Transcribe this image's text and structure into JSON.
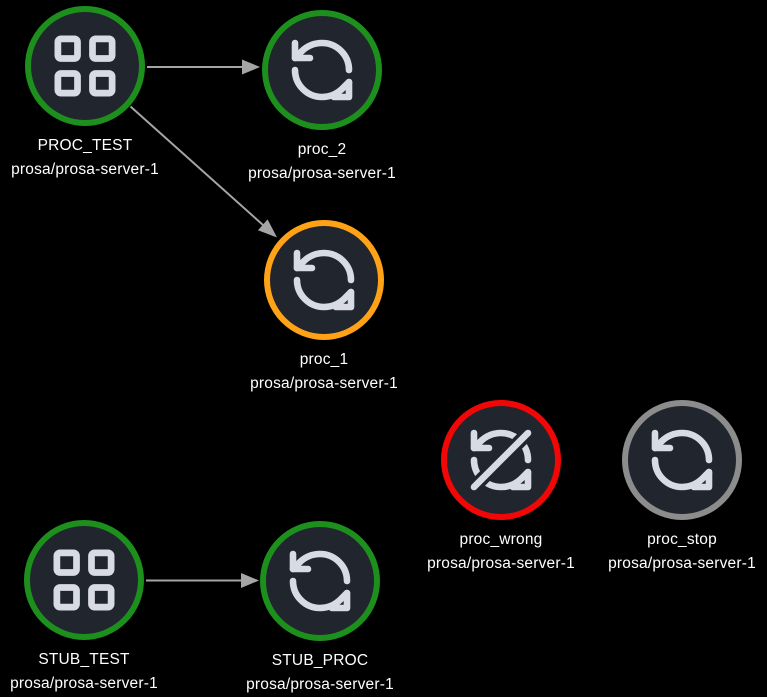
{
  "canvas": {
    "background": "#000000",
    "edge_color": "#a5a5a5"
  },
  "node_style": {
    "fill": "#21252d",
    "icon_color": "#d9dbe4",
    "label_color": "#ffffff"
  },
  "status_ring_colors": {
    "green": "#1d8f1d",
    "orange": "#ffa216",
    "red": "#f20707",
    "gray": "#8c8c8c"
  },
  "nodes": [
    {
      "id": "proc-test",
      "label": "PROC_TEST",
      "sublabel": "prosa/prosa-server-1",
      "icon": "apps-grid-icon",
      "ring_color": "#1d8f1d"
    },
    {
      "id": "proc-2",
      "label": "proc_2",
      "sublabel": "prosa/prosa-server-1",
      "icon": "sync-icon",
      "ring_color": "#1d8f1d"
    },
    {
      "id": "proc-1",
      "label": "proc_1",
      "sublabel": "prosa/prosa-server-1",
      "icon": "sync-icon",
      "ring_color": "#ffa216"
    },
    {
      "id": "proc-wrong",
      "label": "proc_wrong",
      "sublabel": "prosa/prosa-server-1",
      "icon": "sync-slash-icon",
      "ring_color": "#f20707"
    },
    {
      "id": "proc-stop",
      "label": "proc_stop",
      "sublabel": "prosa/prosa-server-1",
      "icon": "sync-icon",
      "ring_color": "#8c8c8c"
    },
    {
      "id": "stub-test",
      "label": "STUB_TEST",
      "sublabel": "prosa/prosa-server-1",
      "icon": "apps-grid-icon",
      "ring_color": "#1d8f1d"
    },
    {
      "id": "stub-proc",
      "label": "STUB_PROC",
      "sublabel": "prosa/prosa-server-1",
      "icon": "sync-icon",
      "ring_color": "#1d8f1d"
    }
  ],
  "edges": [
    {
      "from": "PROC_TEST",
      "to": "proc_2"
    },
    {
      "from": "PROC_TEST",
      "to": "proc_1"
    },
    {
      "from": "STUB_TEST",
      "to": "STUB_PROC"
    }
  ]
}
